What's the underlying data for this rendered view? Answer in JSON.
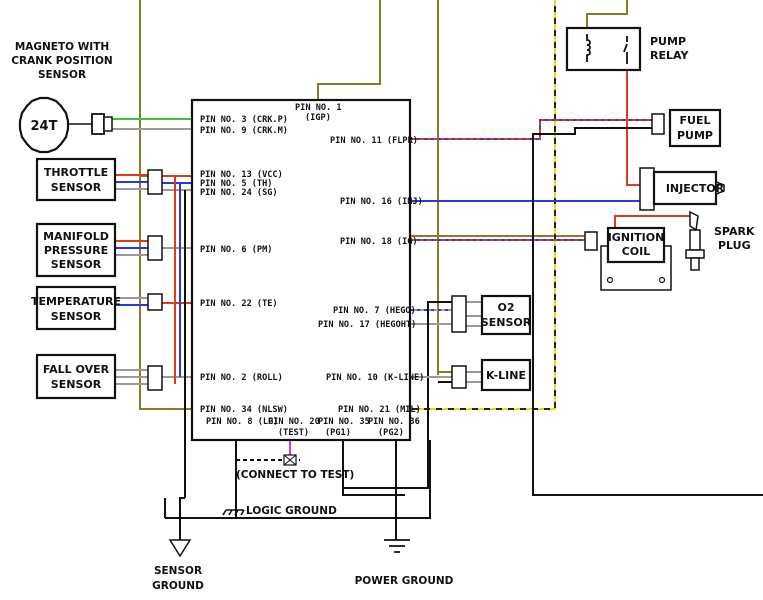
{
  "components": {
    "magneto": {
      "title": [
        "MAGNETO WITH",
        "CRANK POSITION",
        "SENSOR"
      ],
      "teeth": "24T"
    },
    "throttle": [
      "THROTTLE",
      "SENSOR"
    ],
    "manifold": [
      "MANIFOLD",
      "PRESSURE",
      "SENSOR"
    ],
    "temperature": [
      "TEMPERATURE",
      "SENSOR"
    ],
    "fallover": [
      "FALL OVER",
      "SENSOR"
    ],
    "pump_relay": [
      "PUMP",
      "RELAY"
    ],
    "fuel_pump": [
      "FUEL",
      "PUMP"
    ],
    "injector": "INJECTOR",
    "ignition_coil": [
      "IGNITION",
      "COIL"
    ],
    "spark_plug": [
      "SPARK",
      "PLUG"
    ],
    "o2": [
      "O2",
      "SENSOR"
    ],
    "kline": "K-LINE"
  },
  "pins": {
    "p1": [
      "PIN NO. 1",
      "(IGP)"
    ],
    "p3": "PIN NO. 3  (CRK.P)",
    "p9": "PIN NO. 9  (CRK.M)",
    "p13": "PIN NO. 13 (VCC)",
    "p5": "PIN NO. 5   (TH)",
    "p24": "PIN NO. 24  (SG)",
    "p6": "PIN NO. 6  (PM)",
    "p22": "PIN NO. 22  (TE)",
    "p2": "PIN NO. 2   (ROLL)",
    "p34": "PIN NO. 34  (NLSW)",
    "p8": "PIN NO. 8  (LG)",
    "p20": [
      "PIN NO. 20",
      "(TEST)"
    ],
    "p35": [
      "PIN NO. 35",
      "(PG1)"
    ],
    "p36": [
      "PIN NO. 36",
      "(PG2)"
    ],
    "p11": "PIN NO. 11  (FLPR)",
    "p16": "PIN NO. 16  (INJ)",
    "p18": "PIN NO. 18  (IG)",
    "p7": "PIN NO. 7  (HEGO)",
    "p17": "PIN NO. 17  (HEGOHT)",
    "p10": "PIN NO. 10  (K-LINE)",
    "p21": "PIN NO. 21  (MIL)"
  },
  "grounds": {
    "connect_test": "(CONNECT TO TEST)",
    "logic": "LOGIC GROUND",
    "sensor": [
      "SENSOR",
      "GROUND"
    ],
    "power": "POWER GROUND"
  },
  "colors": {
    "olive": "#8a7a2a",
    "red": "#e03a1c",
    "blue": "#2a3ae0",
    "green": "#40c040",
    "black": "#111111",
    "yellow": "#e8e000",
    "gray": "#9a9a9a",
    "magenta": "#d040d0"
  }
}
